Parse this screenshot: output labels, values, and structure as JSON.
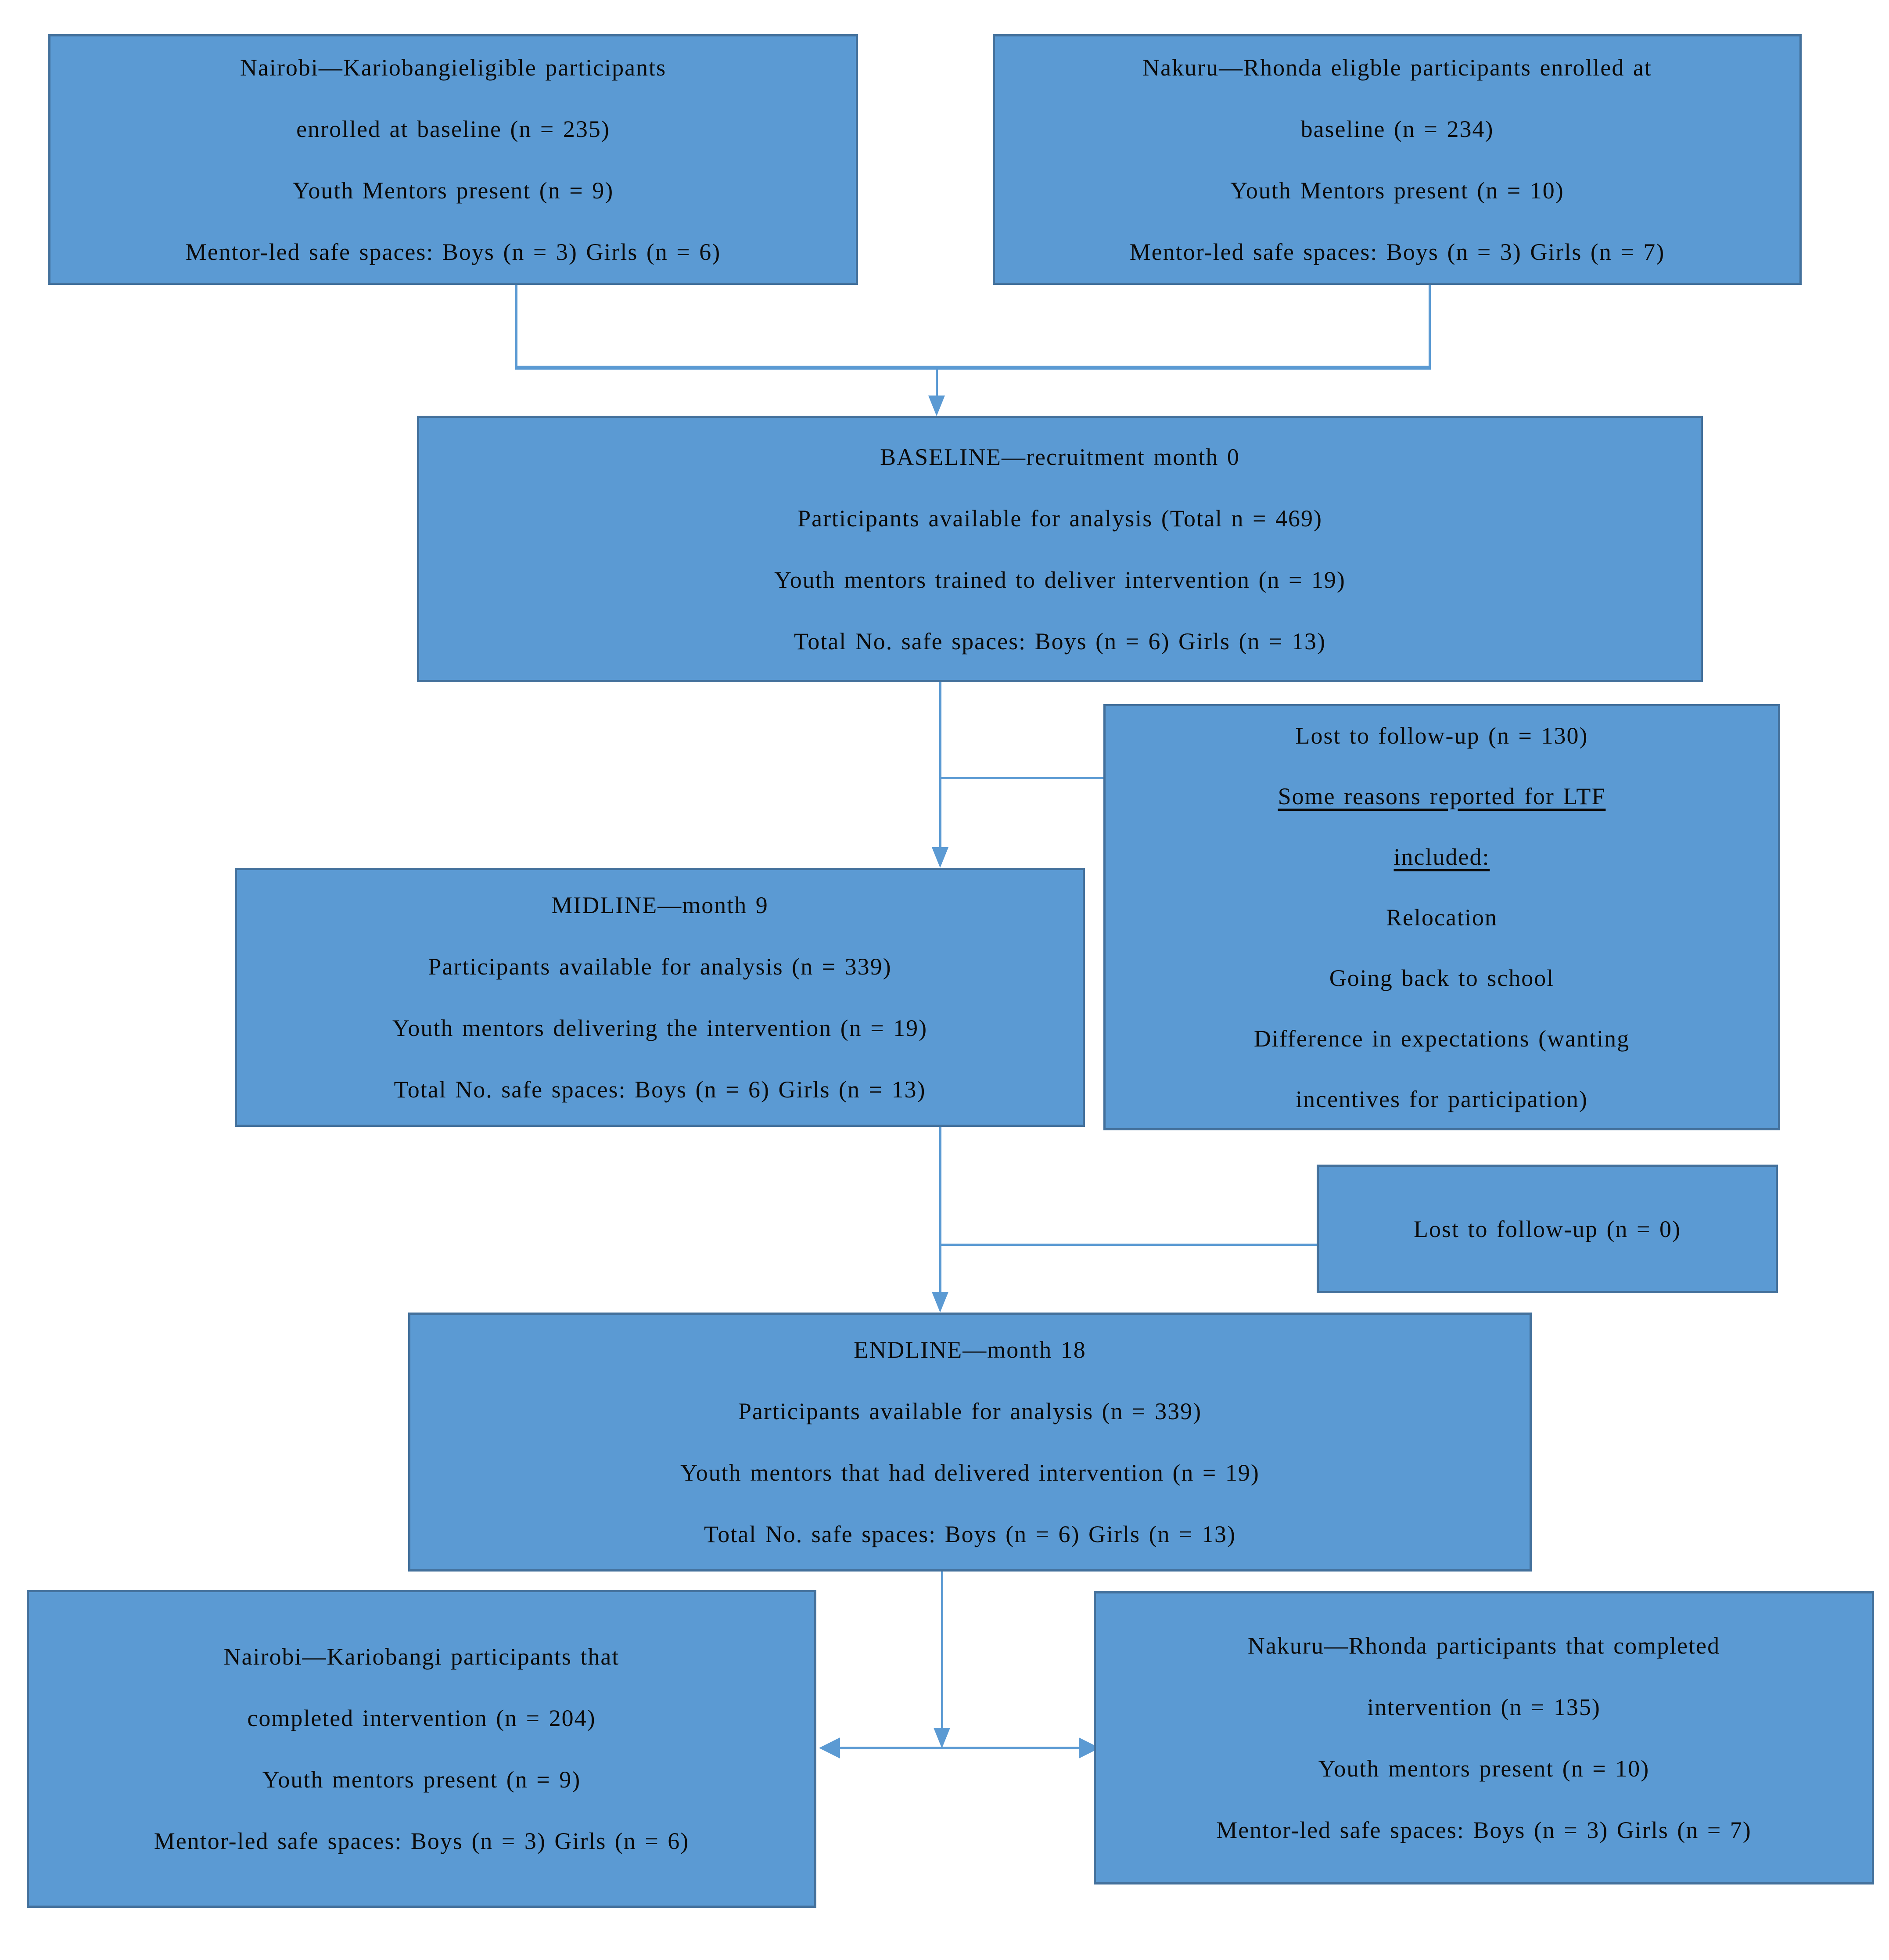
{
  "colors": {
    "box_fill": "#5b9ad3",
    "box_border": "#44719c",
    "connector": "#5b9ad3",
    "text": "#0b0b0b"
  },
  "boxes": {
    "nairobi_baseline": {
      "lines": [
        "Nairobi—Kariobangieligible participants",
        "enrolled at baseline (n = 235)",
        "Youth Mentors present (n = 9)",
        "Mentor-led safe spaces: Boys (n = 3) Girls (n = 6)"
      ]
    },
    "nakuru_baseline": {
      "lines": [
        "Nakuru—Rhonda eligble participants enrolled at",
        "baseline (n = 234)",
        "Youth Mentors present (n = 10)",
        "Mentor-led safe spaces: Boys (n = 3) Girls (n = 7)"
      ]
    },
    "baseline": {
      "lines": [
        "BASELINE—recruitment month 0",
        "Participants available for analysis (Total n = 469)",
        "Youth mentors trained to deliver intervention (n = 19)",
        "Total No. safe spaces: Boys (n = 6) Girls (n = 13)"
      ]
    },
    "lost_to_followup_midline": {
      "lines": [
        "Lost to follow-up (n = 130)",
        "Some reasons reported for LTF",
        "included:",
        "Relocation",
        "Going back to school",
        "Difference in expectations (wanting",
        "incentives for participation)"
      ]
    },
    "midline": {
      "lines": [
        "MIDLINE—month 9",
        "Participants available for analysis (n = 339)",
        "Youth mentors delivering the intervention (n = 19)",
        "Total No. safe spaces: Boys (n = 6) Girls (n = 13)"
      ]
    },
    "lost_to_followup_endline": {
      "lines": [
        "Lost to follow-up (n = 0)"
      ]
    },
    "endline": {
      "lines": [
        "ENDLINE—month 18",
        "Participants available for analysis (n = 339)",
        "Youth mentors that had delivered intervention (n = 19)",
        "Total No. safe spaces: Boys (n = 6) Girls (n = 13)"
      ]
    },
    "nairobi_endline": {
      "lines": [
        "Nairobi—Kariobangi participants that",
        "completed intervention (n = 204)",
        "Youth mentors present (n = 9)",
        "Mentor-led safe spaces: Boys (n = 3) Girls (n = 6)"
      ]
    },
    "nakuru_endline": {
      "lines": [
        "Nakuru—Rhonda participants that completed",
        "intervention (n = 135)",
        "Youth mentors present (n = 10)",
        "Mentor-led safe spaces: Boys (n = 3) Girls (n = 7)"
      ]
    }
  }
}
